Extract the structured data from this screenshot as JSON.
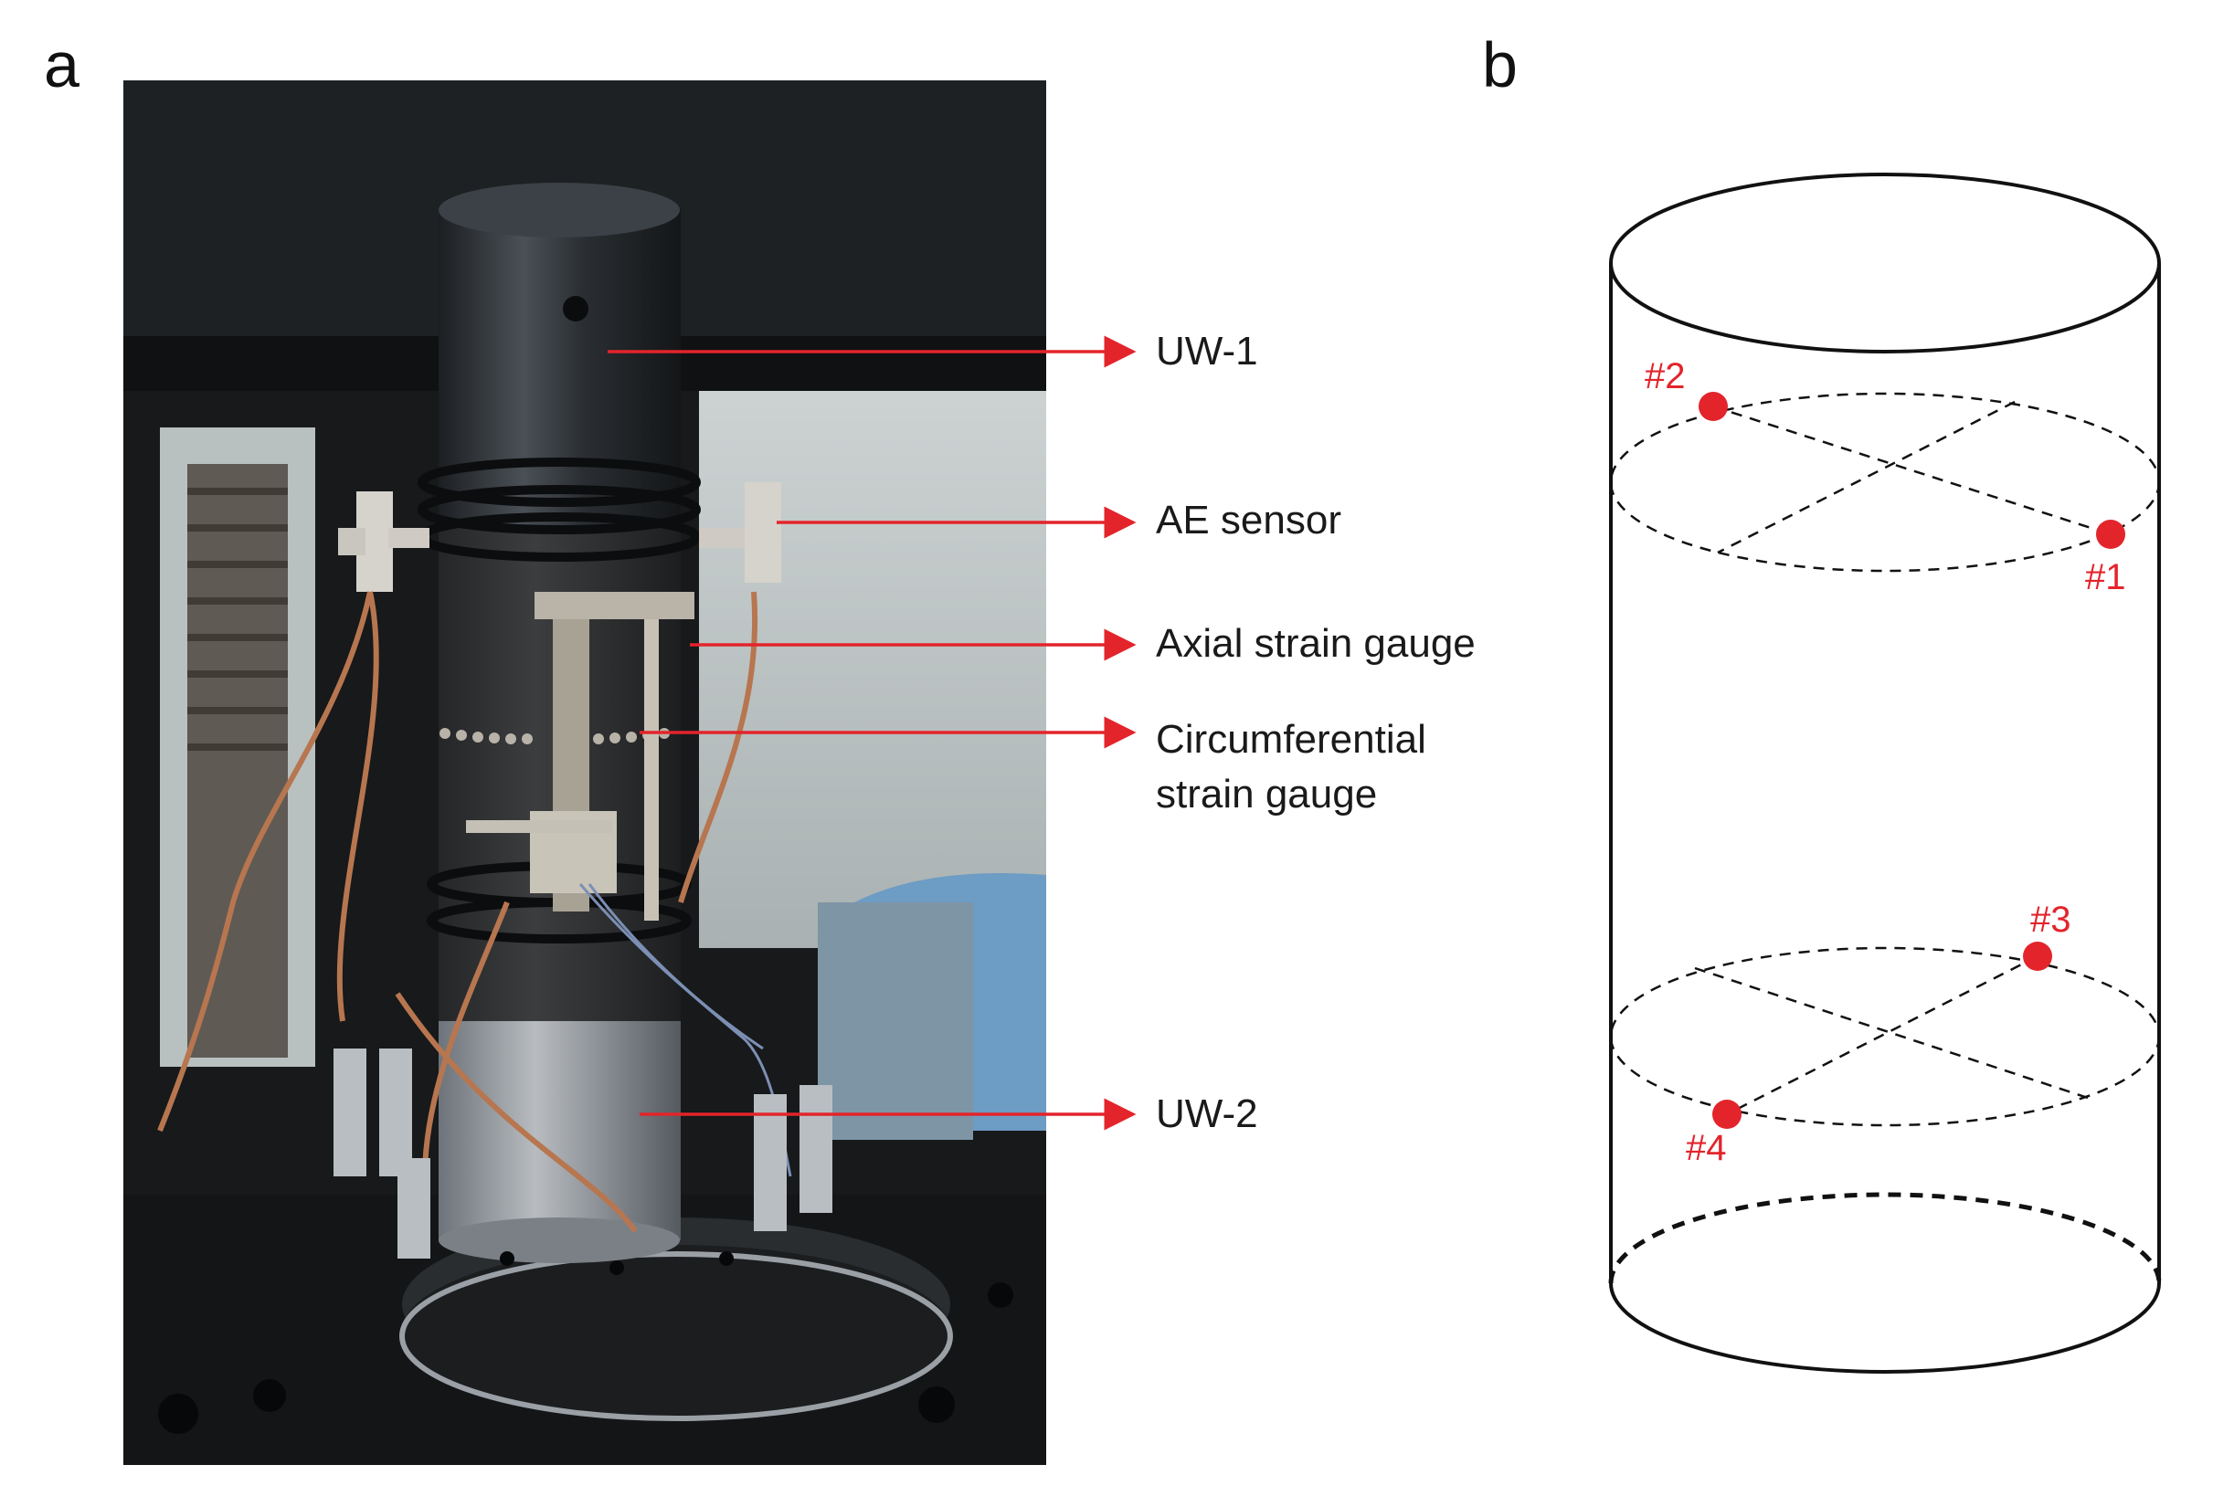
{
  "panels": {
    "a": "a",
    "b": "b"
  },
  "callouts": {
    "uw1": "UW-1",
    "ae_sensor": "AE sensor",
    "axial_strain_gauge": "Axial strain gauge",
    "circumferential_line1": "Circumferential",
    "circumferential_line2": "strain gauge",
    "uw2": "UW-2"
  },
  "sensors": {
    "s1": "#1",
    "s2": "#2",
    "s3": "#3",
    "s4": "#4"
  },
  "colors": {
    "arrow": "#e3242b",
    "sensor": "#e3242b",
    "outline": "#111111"
  }
}
